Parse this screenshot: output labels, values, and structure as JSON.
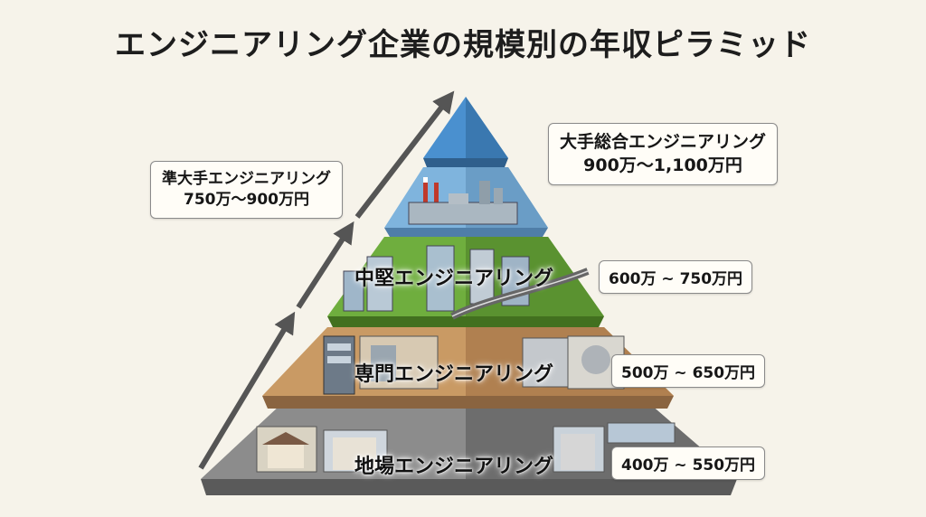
{
  "title": "エンジニアリング企業の規模別の年収ピラミッド",
  "tiers": [
    {
      "name": "大手総合エンジニアリング",
      "salary": "900万〜1,100万円"
    },
    {
      "name": "準大手エンジニアリング",
      "salary": "750万〜900万円"
    },
    {
      "name": "中堅エンジニアリング",
      "salary": "600万 ~ 750万円"
    },
    {
      "name": "専門エンジニアリング",
      "salary": "500万 ~ 650万円"
    },
    {
      "name": "地場エンジニアリング",
      "salary": "400万 ~ 550万円"
    }
  ],
  "colors": {
    "top": "#4a90cf",
    "second": "#7fb4dd",
    "middle": "#6fae3e",
    "specialist": "#c99a64",
    "local": "#8c8c8c",
    "arrow": "#555555"
  }
}
